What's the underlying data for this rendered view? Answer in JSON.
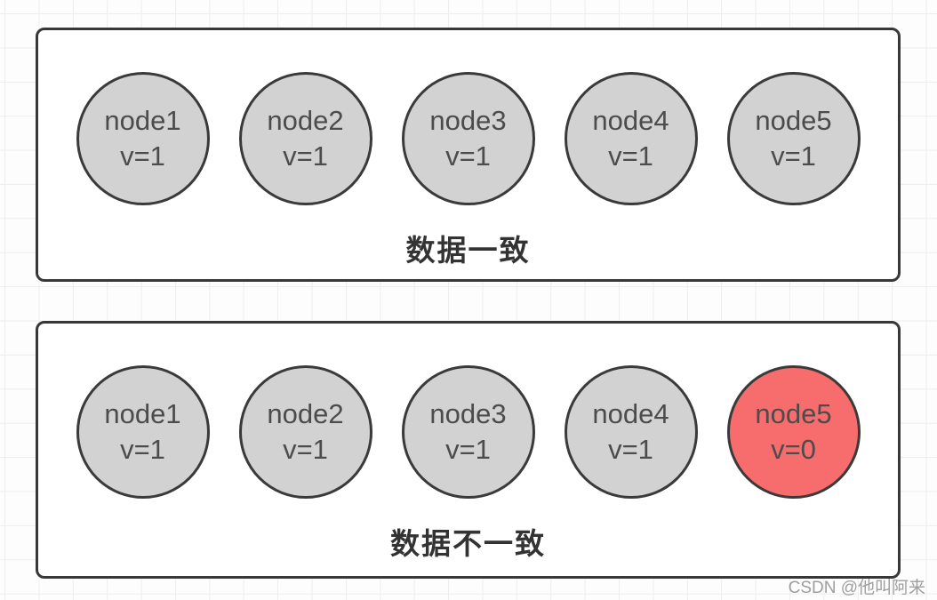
{
  "groups": [
    {
      "label": "数据一致",
      "nodes": [
        {
          "name": "node1",
          "value": "v=1",
          "state": "consistent"
        },
        {
          "name": "node2",
          "value": "v=1",
          "state": "consistent"
        },
        {
          "name": "node3",
          "value": "v=1",
          "state": "consistent"
        },
        {
          "name": "node4",
          "value": "v=1",
          "state": "consistent"
        },
        {
          "name": "node5",
          "value": "v=1",
          "state": "consistent"
        }
      ]
    },
    {
      "label": "数据不一致",
      "nodes": [
        {
          "name": "node1",
          "value": "v=1",
          "state": "consistent"
        },
        {
          "name": "node2",
          "value": "v=1",
          "state": "consistent"
        },
        {
          "name": "node3",
          "value": "v=1",
          "state": "consistent"
        },
        {
          "name": "node4",
          "value": "v=1",
          "state": "consistent"
        },
        {
          "name": "node5",
          "value": "v=0",
          "state": "inconsistent"
        }
      ]
    }
  ],
  "watermark": {
    "text": "CSDN @他叫阿来"
  },
  "colors": {
    "background": "#fdfdfd",
    "grid_line": "#ededed",
    "box_border": "#383838",
    "node_fill": "#d2d2d2",
    "node_fill_error": "#f76c6c",
    "node_border": "#3a3a3a",
    "node_text": "#4c4c4c",
    "label_color": "#333333",
    "watermark_color": "#9e9e9e"
  }
}
